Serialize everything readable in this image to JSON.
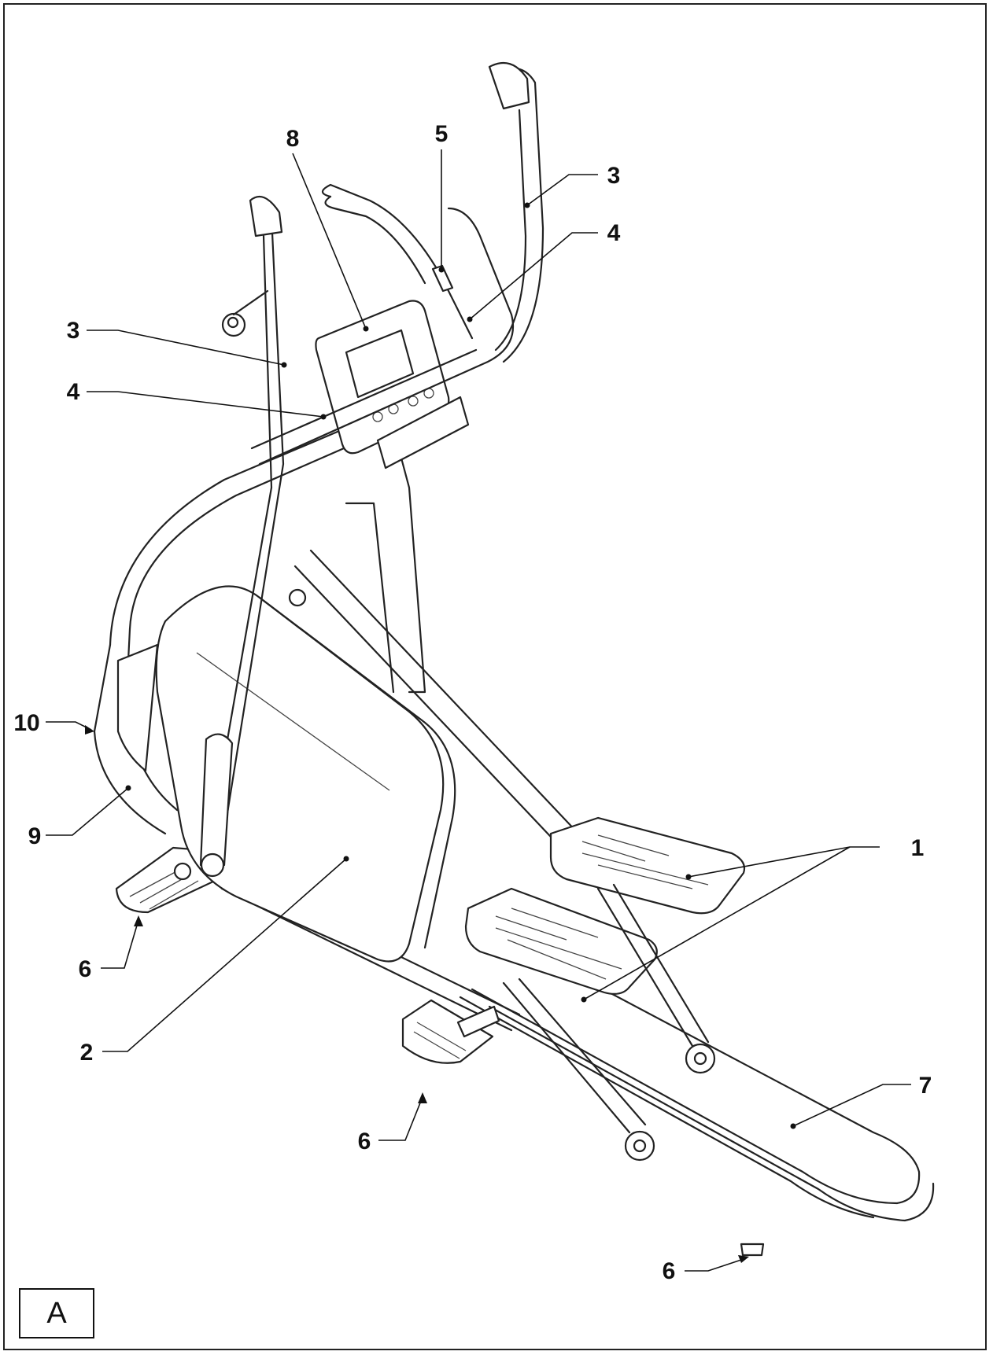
{
  "figure_label": "A",
  "callouts": [
    {
      "id": "c1",
      "text": "1"
    },
    {
      "id": "c2",
      "text": "2"
    },
    {
      "id": "c3a",
      "text": "3"
    },
    {
      "id": "c3b",
      "text": "3"
    },
    {
      "id": "c4a",
      "text": "4"
    },
    {
      "id": "c4b",
      "text": "4"
    },
    {
      "id": "c5",
      "text": "5"
    },
    {
      "id": "c6a",
      "text": "6"
    },
    {
      "id": "c6b",
      "text": "6"
    },
    {
      "id": "c6c",
      "text": "6"
    },
    {
      "id": "c7",
      "text": "7"
    },
    {
      "id": "c8",
      "text": "8"
    },
    {
      "id": "c9",
      "text": "9"
    },
    {
      "id": "c10",
      "text": "10"
    }
  ]
}
